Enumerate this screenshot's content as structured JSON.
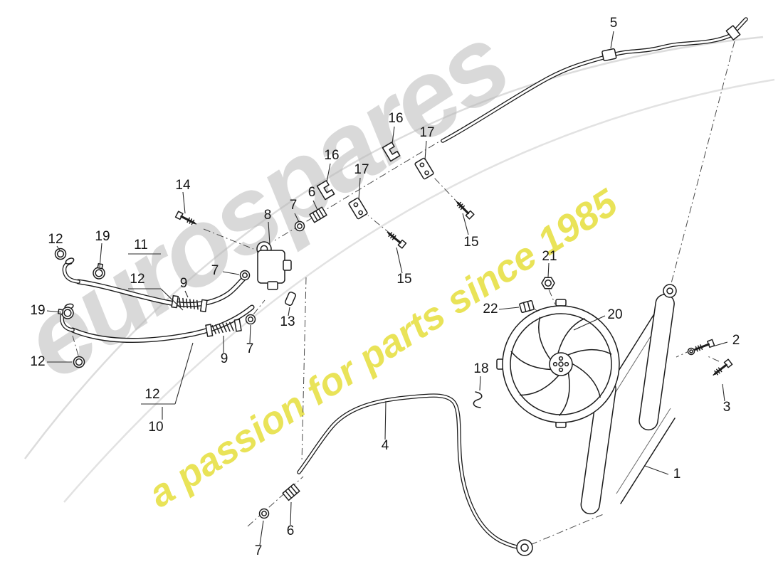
{
  "watermark": {
    "brand": "eurospares",
    "tagline": "a passion for parts since 1985",
    "brand_color": "#b9b9b9",
    "tagline_color": "#e4dc2e"
  },
  "diagram": {
    "description": "Exploded parts diagram: condenser, electric fan, refrigerant lines, hoses and fittings",
    "line_color": "#1c1c1c"
  },
  "callouts": [
    {
      "label": "5"
    },
    {
      "label": "16"
    },
    {
      "label": "17"
    },
    {
      "label": "16"
    },
    {
      "label": "17"
    },
    {
      "label": "14"
    },
    {
      "label": "6"
    },
    {
      "label": "7"
    },
    {
      "label": "8"
    },
    {
      "label": "12"
    },
    {
      "label": "19"
    },
    {
      "label": "11"
    },
    {
      "label": "15"
    },
    {
      "label": "21"
    },
    {
      "label": "7"
    },
    {
      "label": "12"
    },
    {
      "label": "15"
    },
    {
      "label": "9"
    },
    {
      "label": "19"
    },
    {
      "label": "22"
    },
    {
      "label": "20"
    },
    {
      "label": "13"
    },
    {
      "label": "2"
    },
    {
      "label": "7"
    },
    {
      "label": "9"
    },
    {
      "label": "12"
    },
    {
      "label": "12"
    },
    {
      "label": "18"
    },
    {
      "label": "3"
    },
    {
      "label": "10"
    },
    {
      "label": "4"
    },
    {
      "label": "1"
    },
    {
      "label": "6"
    },
    {
      "label": "7"
    }
  ]
}
